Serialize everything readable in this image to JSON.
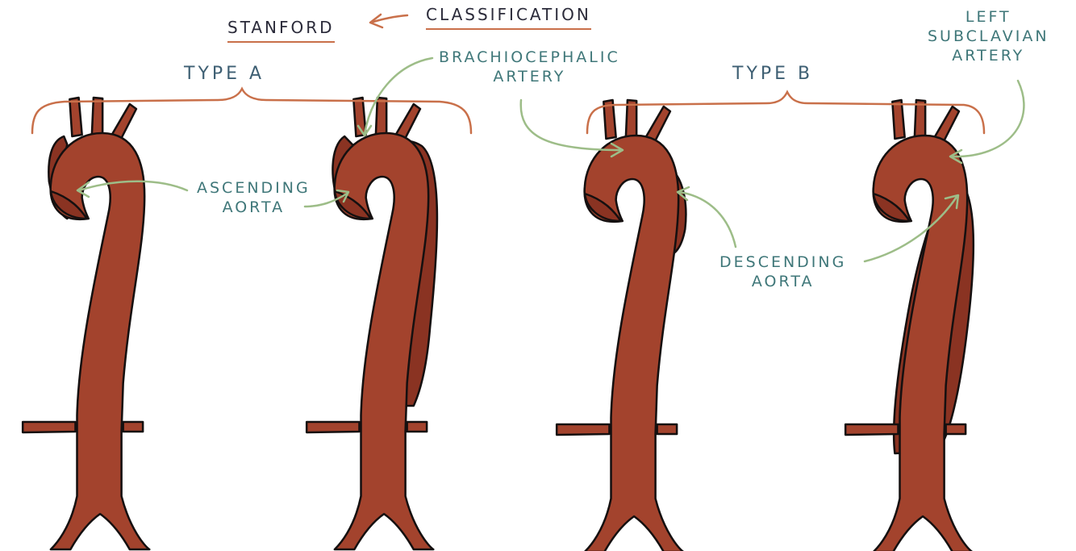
{
  "header": {
    "classification": "CLASSIFICATION",
    "stanford": "STANFORD"
  },
  "types": {
    "type_a": "TYPE A",
    "type_b": "TYPE B"
  },
  "labels": {
    "ascending_aorta_line1": "ASCENDING",
    "ascending_aorta_line2": "AORTA",
    "brachiocephalic_line1": "BRACHIOCEPHALIC",
    "brachiocephalic_line2": "ARTERY",
    "descending_aorta_line1": "DESCENDING",
    "descending_aorta_line2": "AORTA",
    "left_subclavian_line1": "LEFT",
    "left_subclavian_line2": "SUBCLAVIAN",
    "left_subclavian_line3": "ARTERY"
  },
  "colors": {
    "aorta_fill": "#a3432d",
    "dissection_fill": "#8a3322",
    "outline": "#151010",
    "brace": "#c9704a",
    "arrow": "#9dbd88",
    "teal_text": "#3f7779",
    "blue_text": "#3e5f73"
  }
}
